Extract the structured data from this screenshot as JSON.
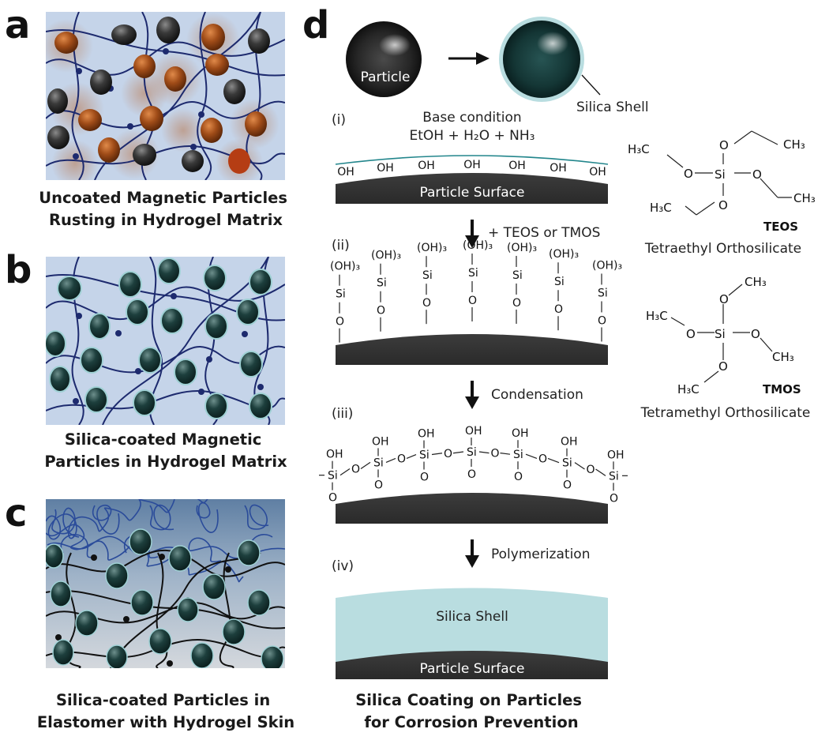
{
  "colors": {
    "hydrogel_bg": "#c5d4e9",
    "network_line": "#1d2a6e",
    "crosslink_dot": "#1d2a6e",
    "rust_particle": "#9c4a17",
    "dark_particle": "#2b2b2b",
    "silica_particle": "#123433",
    "elastomer_line": "#111111",
    "surface": "#3a3a3a",
    "silica_shell": "#b9dde0",
    "shell_ring": "#9fd0d4",
    "hydroxyl_curve": "#23868c"
  },
  "panels": {
    "a": {
      "letter": "a",
      "caption": [
        "Uncoated Magnetic Particles",
        "Rusting in Hydrogel Matrix"
      ]
    },
    "b": {
      "letter": "b",
      "caption": [
        "Silica-coated Magnetic",
        "Particles in Hydrogel Matrix"
      ]
    },
    "c": {
      "letter": "c",
      "caption": [
        "Silica-coated Particles in",
        "Elastomer with Hydrogel Skin"
      ]
    },
    "d": {
      "letter": "d",
      "particle_label": "Particle",
      "shell_label": "Silica Shell",
      "step_i": {
        "tag": "(i)",
        "line1": "Base condition",
        "line2": "EtOH + H₂O + NH₃",
        "oh": "OH",
        "surface": "Particle Surface"
      },
      "step_ii": {
        "tag": "(ii)",
        "arrow_label": "+ TEOS or TMOS",
        "group": "(OH)₃",
        "si": "Si",
        "o": "O"
      },
      "step_iii": {
        "tag": "(iii)",
        "arrow_label": "Condensation",
        "oh": "OH",
        "si": "Si",
        "o": "O"
      },
      "step_iv": {
        "tag": "(iv)",
        "arrow_label": "Polymerization",
        "shell": "Silica Shell",
        "surface": "Particle Surface"
      },
      "caption": [
        "Silica Coating on Particles",
        "for Corrosion Prevention"
      ]
    },
    "molecules": {
      "teos": {
        "abbr": "TEOS",
        "name": "Tetraethyl Orthosilicate",
        "si": "Si",
        "o": "O",
        "ch3": "CH₃",
        "h3c": "H₃C"
      },
      "tmos": {
        "abbr": "TMOS",
        "name": "Tetramethyl Orthosilicate",
        "si": "Si",
        "o": "O",
        "ch3": "CH₃",
        "h3c": "H₃C"
      }
    }
  }
}
